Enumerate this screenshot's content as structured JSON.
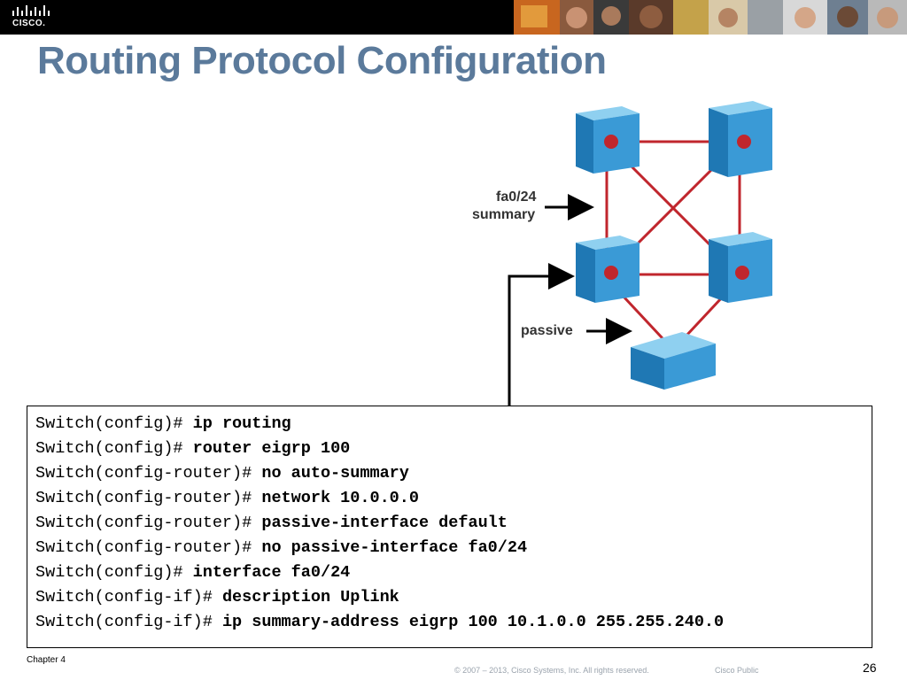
{
  "header": {
    "logo_text": "CISCO.",
    "title": "Routing Protocol Configuration"
  },
  "diagram": {
    "labels": {
      "fa0_24": "fa0/24",
      "summary": "summary",
      "passive": "passive"
    },
    "colors": {
      "link": "#c0262d",
      "switch_top": "#5fb3e0",
      "switch_front": "#2f8fc9",
      "arrow": "#000000"
    }
  },
  "config": {
    "lines": [
      {
        "prompt": "Switch(config)# ",
        "command": "ip routing"
      },
      {
        "prompt": "Switch(config)# ",
        "command": "router eigrp 100"
      },
      {
        "prompt": "Switch(config-router)# ",
        "command": "no auto-summary"
      },
      {
        "prompt": "Switch(config-router)# ",
        "command": "network 10.0.0.0"
      },
      {
        "prompt": "Switch(config-router)# ",
        "command": "passive-interface default"
      },
      {
        "prompt": "Switch(config-router)# ",
        "command": "no passive-interface fa0/24"
      },
      {
        "prompt": "Switch(config)# ",
        "command": "interface fa0/24"
      },
      {
        "prompt": "Switch(config-if)# ",
        "command": "description Uplink"
      },
      {
        "prompt": "Switch(config-if)# ",
        "command": "ip summary-address eigrp 100 10.1.0.0 255.255.240.0"
      }
    ]
  },
  "footer": {
    "chapter": "Chapter 4",
    "copyright": "© 2007 – 2013, Cisco Systems, Inc. All rights reserved.",
    "classification": "Cisco Public",
    "page_number": "26"
  }
}
